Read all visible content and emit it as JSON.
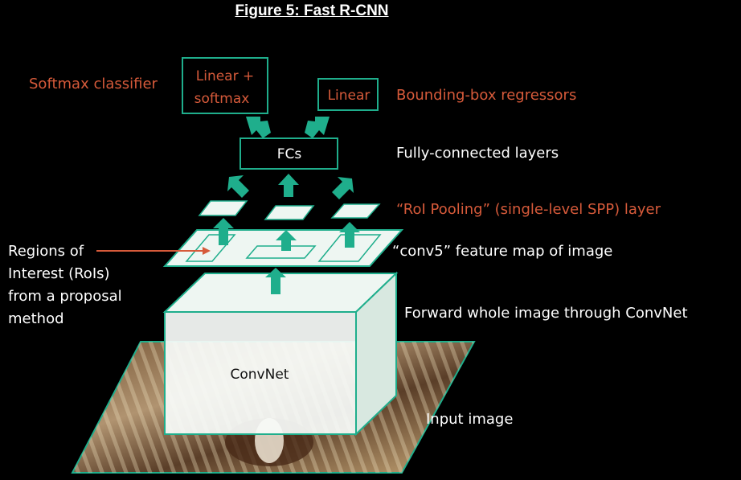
{
  "title": "Figure 5: Fast R-CNN",
  "colors": {
    "teal": "#1fae8c",
    "red_label": "#d65a3a",
    "panel_fill": "#eef6f2"
  },
  "nodes": {
    "linear_softmax": [
      "Linear +",
      "softmax"
    ],
    "linear": "Linear",
    "fcs": "FCs",
    "convnet": "ConvNet"
  },
  "labels": {
    "softmax_classifier": "Softmax classifier",
    "bbox_regressors": "Bounding-box  regressors",
    "fully_connected": "Fully-connected layers",
    "roi_pooling": "“RoI Pooling”  (single-level SPP) layer",
    "conv5": "“conv5” feature map of image",
    "forward": "Forward whole image through ConvNet",
    "input_image": "Input image",
    "regions": [
      "Regions of",
      "Interest (RoIs)",
      "from a proposal",
      "method"
    ]
  }
}
